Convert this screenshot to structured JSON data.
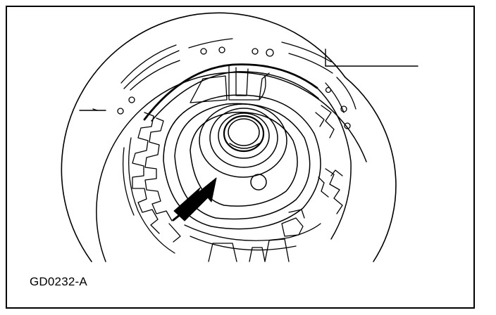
{
  "figure": {
    "id_label": "GD0232-A"
  },
  "colors": {
    "line": "#000000",
    "background": "#ffffff"
  },
  "parts": {
    "main_component": "clutch-pack-assembly",
    "indicator": "arrow",
    "leader_lines": 2
  }
}
